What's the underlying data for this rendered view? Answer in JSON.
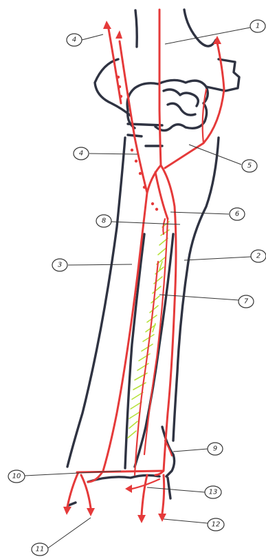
{
  "labels": [
    {
      "id": "label-1",
      "text": "1"
    },
    {
      "id": "label-2",
      "text": "2"
    },
    {
      "id": "label-3",
      "text": "3"
    },
    {
      "id": "label-4a",
      "text": "4"
    },
    {
      "id": "label-4b",
      "text": "4"
    },
    {
      "id": "label-5",
      "text": "5"
    },
    {
      "id": "label-6",
      "text": "6"
    },
    {
      "id": "label-7",
      "text": "7"
    },
    {
      "id": "label-8",
      "text": "8"
    },
    {
      "id": "label-9",
      "text": "9"
    },
    {
      "id": "label-10",
      "text": "10"
    },
    {
      "id": "label-11",
      "text": "11"
    },
    {
      "id": "label-12",
      "text": "12"
    },
    {
      "id": "label-13",
      "text": "13"
    }
  ],
  "colors": {
    "bone_outline": "#2f3342",
    "artery": "#e53a3a",
    "interosseous_membrane": "#b6e23a",
    "background": "#ffffff"
  }
}
